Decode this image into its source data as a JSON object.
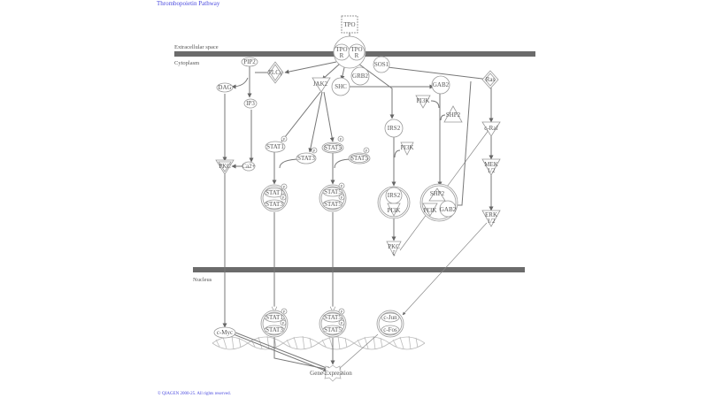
{
  "title": "Thrombopoietin Pathway",
  "copyright": "© QIAGEN 2000-25. All rights reserved.",
  "compartments": {
    "extracellular": "Extracellular space",
    "cytoplasm": "Cytoplasm",
    "nucleus": "Nucleus"
  },
  "colors": {
    "title": "#4a4adf",
    "membrane": "#6b6b6b",
    "node_stroke": "#999999",
    "edge": "#777777"
  },
  "nodes": {
    "tpo": "TPO",
    "tpor1": [
      "TPO",
      "R"
    ],
    "tpor2": [
      "TPO",
      "R"
    ],
    "pip2": "PIP2",
    "plcg": "PLCγ",
    "sos1": "SOS1",
    "grb2": "GRB2",
    "jak2": "JAK2",
    "shc": "SHC",
    "gab2": "GAB2",
    "ras": "Ras",
    "dag": "DAG",
    "ip3": "IP3",
    "pi3k": "PI3K",
    "shp2": "SHP2",
    "craf": "c-Raf",
    "irs2": "IRS2",
    "stat1": "STAT1",
    "stat3": "STAT3",
    "stat5a": "STAT5",
    "stat5b": "STAT5",
    "pkc": "PKC",
    "ca2": "Ca2+",
    "pi3k2": "PI3K",
    "mek": [
      "MEK",
      "1/2"
    ],
    "erk": [
      "ERK",
      "1/2"
    ],
    "cx_stat1": "STAT1",
    "cx_stat3": "STAT3",
    "cx_stat5a": "STAT5",
    "cx_stat5b": "STAT5",
    "cx_irs2": "IRS2",
    "cx_pi3k": "PI3K",
    "cx_shp2": "SHP2",
    "cx_pi3k2": "PI3K",
    "cx_gab2": "GAB2",
    "pkcz": [
      "PKC",
      "ζ"
    ],
    "cmyc": "c-Myc",
    "n_stat1": "STAT1",
    "n_stat3": "STAT3",
    "n_stat5a": "STAT5",
    "n_stat5b": "STAT5",
    "cjun": "c-Jun",
    "cfos": "c-Fos",
    "gene_expression": "Gene Expression",
    "phospho": "P"
  }
}
